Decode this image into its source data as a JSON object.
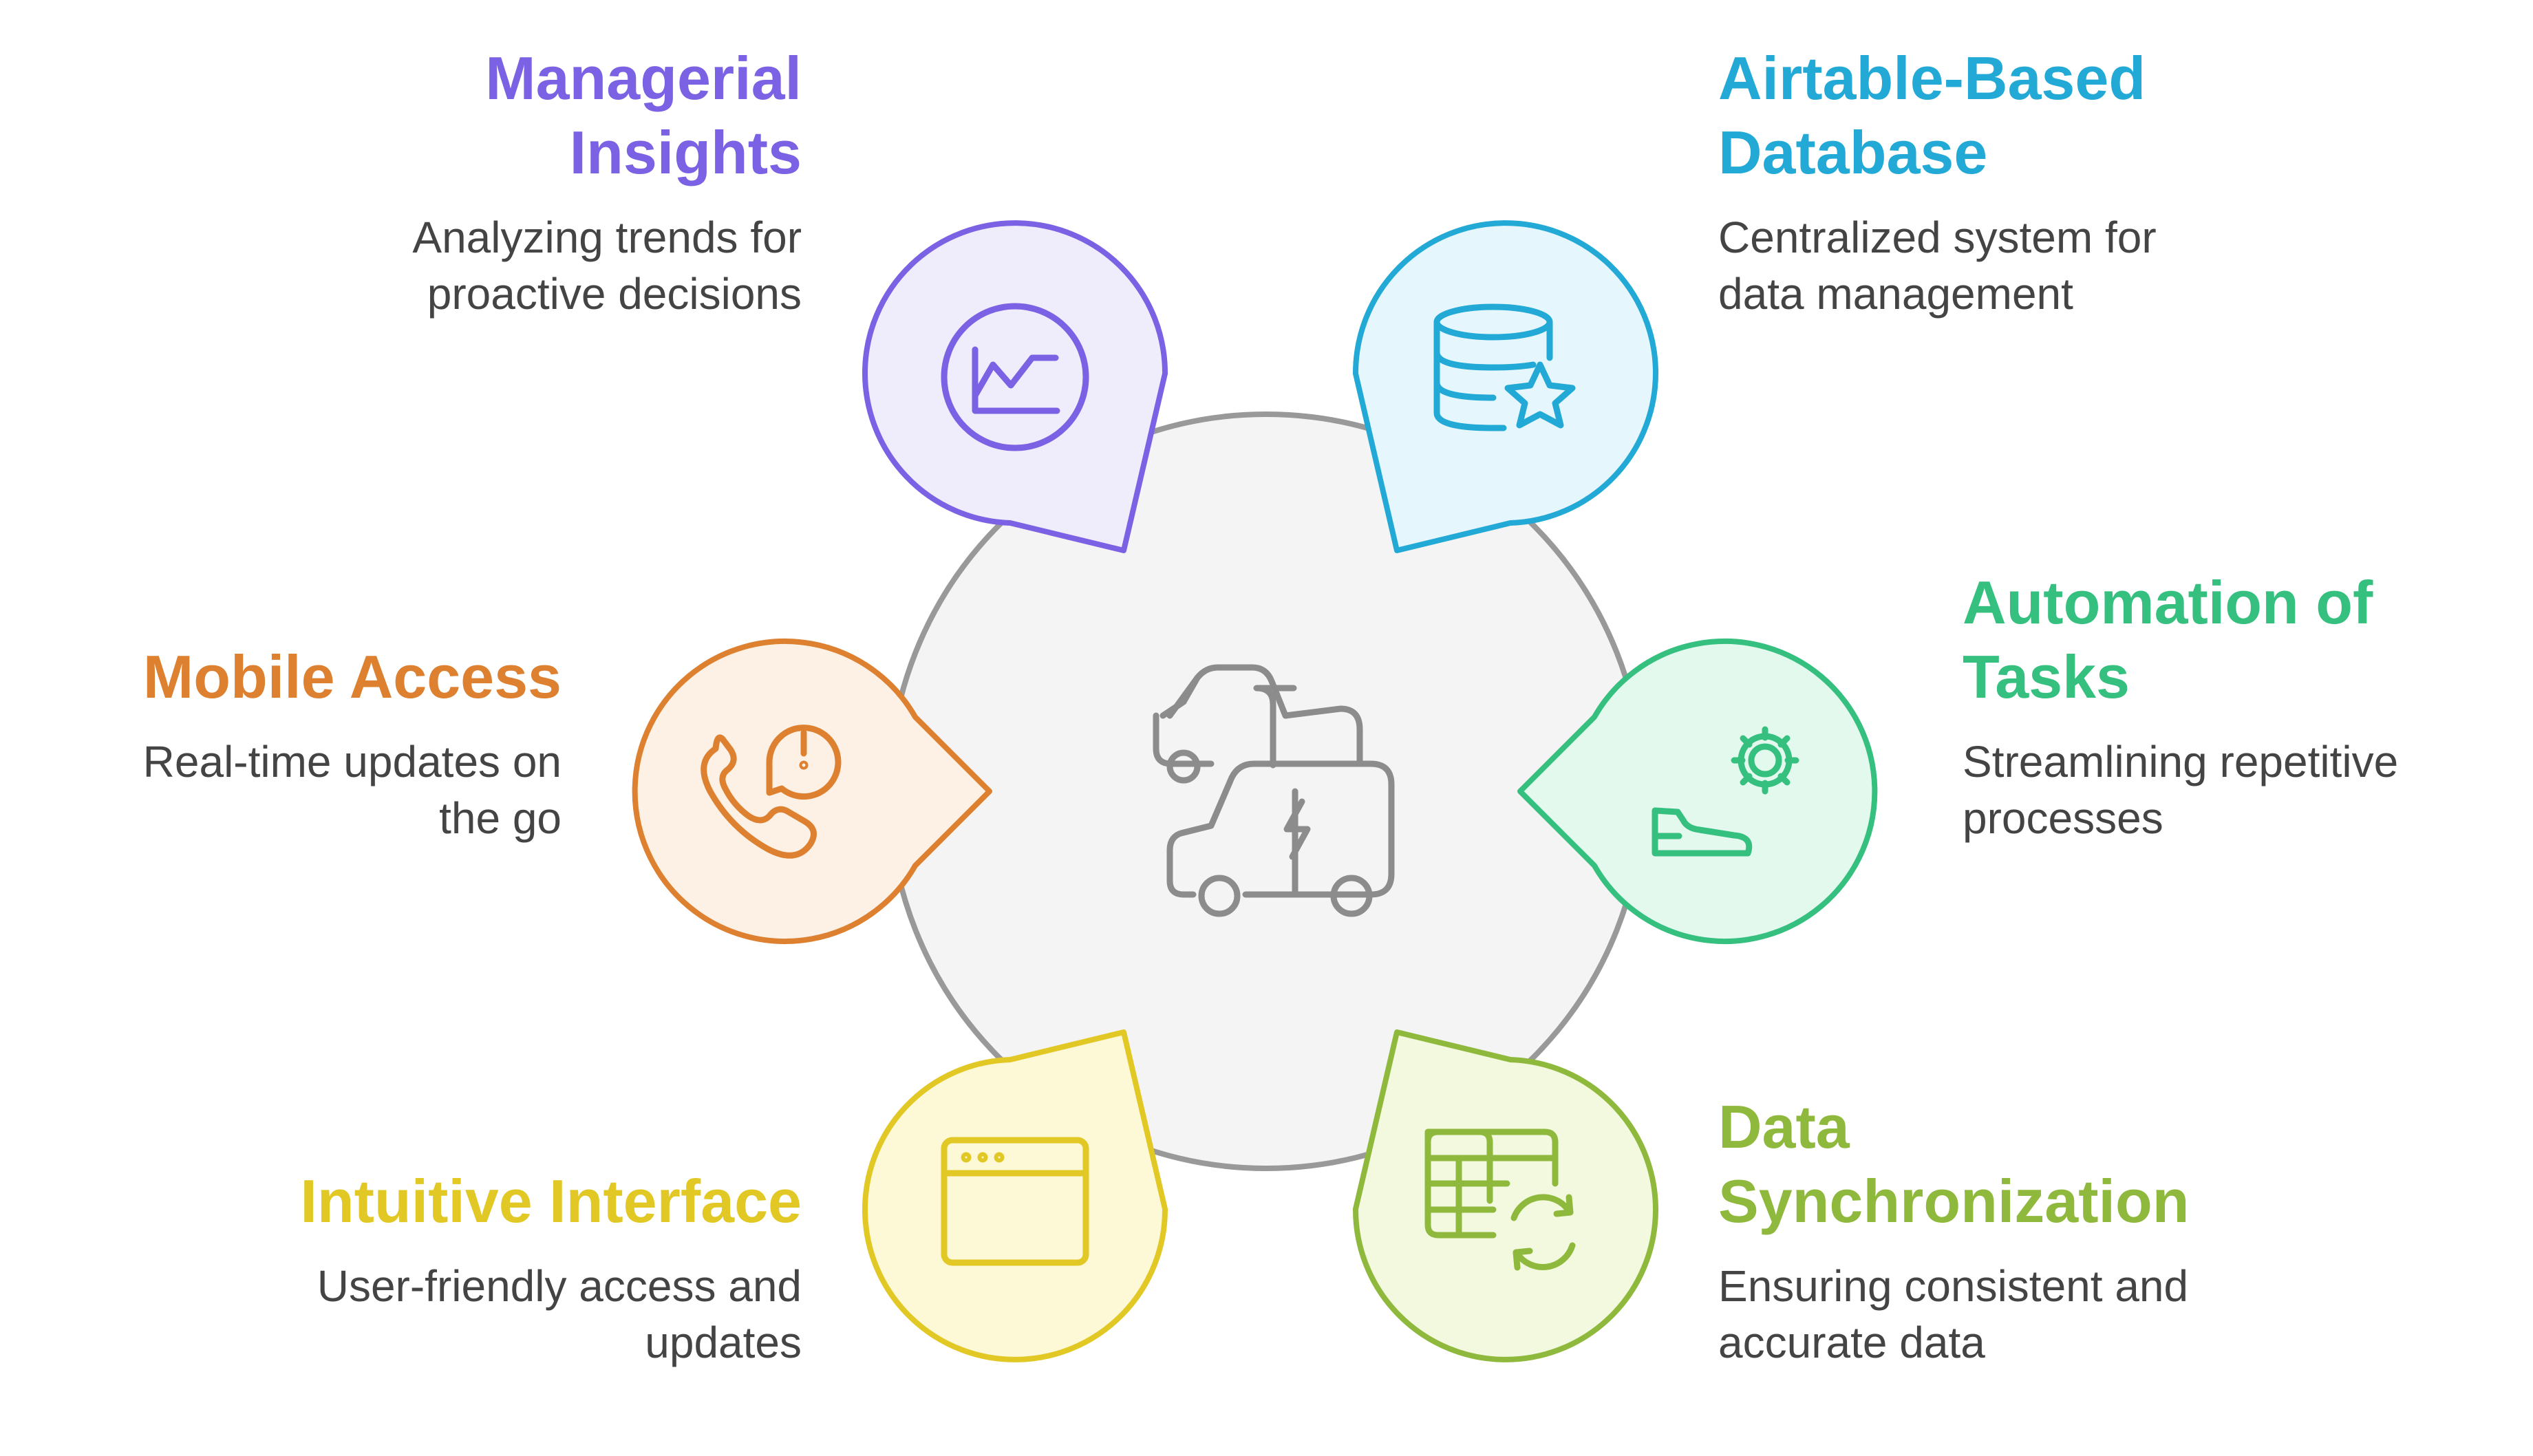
{
  "center": {
    "icon": "electric-vehicles-icon",
    "fill": "#f4f4f4",
    "stroke": "#999999"
  },
  "items": [
    {
      "id": "managerial-insights",
      "title_lines": [
        "Managerial",
        "Insights"
      ],
      "desc_lines": [
        "Analyzing trends for",
        "proactive decisions"
      ],
      "color": "#7b61e3",
      "fill": "#efecfc",
      "icon": "trend-chart-icon"
    },
    {
      "id": "airtable-database",
      "title_lines": [
        "Airtable-Based",
        "Database"
      ],
      "desc_lines": [
        "Centralized system for",
        "data management"
      ],
      "color": "#22a9d6",
      "fill": "#e5f6fc",
      "icon": "database-star-icon"
    },
    {
      "id": "mobile-access",
      "title_lines": [
        "Mobile Access"
      ],
      "desc_lines": [
        "Real-time updates on",
        "the go"
      ],
      "color": "#dd8030",
      "fill": "#fdf1e5",
      "icon": "phone-alert-icon"
    },
    {
      "id": "automation-tasks",
      "title_lines": [
        "Automation of",
        "Tasks"
      ],
      "desc_lines": [
        "Streamlining repetitive",
        "processes"
      ],
      "color": "#36c07f",
      "fill": "#e4f9ee",
      "icon": "gear-hand-icon"
    },
    {
      "id": "intuitive-interface",
      "title_lines": [
        "Intuitive Interface"
      ],
      "desc_lines": [
        "User-friendly access and",
        "updates"
      ],
      "color": "#e2c824",
      "fill": "#fdf8d6",
      "icon": "browser-window-icon"
    },
    {
      "id": "data-sync",
      "title_lines": [
        "Data",
        "Synchronization"
      ],
      "desc_lines": [
        "Ensuring consistent and",
        "accurate data"
      ],
      "color": "#8fb93c",
      "fill": "#f2f9df",
      "icon": "table-sync-icon"
    }
  ]
}
